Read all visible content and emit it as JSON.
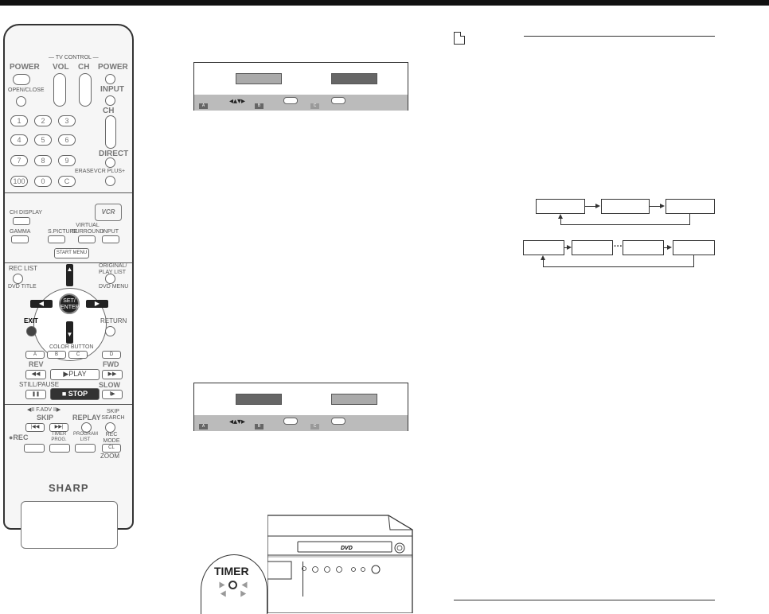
{
  "remote": {
    "tv_control": "— TV CONTROL —",
    "power": "POWER",
    "vol": "VOL",
    "ch": "CH",
    "power2": "POWER",
    "open_close": "OPEN/CLOSE",
    "input": "INPUT",
    "ch_label": "CH",
    "digits": [
      "1",
      "2",
      "3",
      "4",
      "5",
      "6",
      "7",
      "8",
      "9",
      "100",
      "0",
      "C"
    ],
    "direct": "DIRECT",
    "erase": "ERASE",
    "vcr_plus": "VCR PLUS+",
    "vcr_logo": "VCR",
    "ch_display": "CH DISPLAY",
    "gamma": "GAMMA",
    "s_picture": "S.PICTURE",
    "virtual_surround": "VIRTUAL SURROUND",
    "input2": "INPUT",
    "start_menu": "START MENU",
    "rec_list": "REC LIST",
    "original_playlist": "ORIGINAL/ PLAY LIST",
    "dvd_title": "DVD TITLE",
    "dvd_menu": "DVD MENU",
    "set_enter": "SET/ ENTER",
    "exit": "EXIT",
    "return": "RETURN",
    "color_button": "COLOR BUTTON",
    "color_keys": [
      "A",
      "B",
      "C",
      "D"
    ],
    "rev": "REV",
    "fwd": "FWD",
    "rev_btn": "◀◀",
    "play_btn": "▶PLAY",
    "fwd_btn": "▶▶",
    "still_pause": "STILL/PAUSE",
    "slow": "SLOW",
    "pause_btn": "❚❚",
    "stop_btn": "■ STOP",
    "slow_btn": "I▶",
    "fadv": "◀II F.ADV II▶",
    "skip": "SKIP",
    "replay": "REPLAY",
    "skip_search": "SKIP SEARCH",
    "rec": "●REC",
    "timer_prog": "TIMER PROG.",
    "program_list": "PROGRAM LIST",
    "rec_mode": "REC MODE",
    "zoom": "ZOOM",
    "brand": "SHARP"
  },
  "screens": [
    {
      "squares": [
        "A",
        "B",
        "C"
      ]
    },
    {
      "squares": [
        "A",
        "B",
        "C"
      ]
    }
  ],
  "device": {
    "timer_label": "TIMER",
    "dvd_logo": "DVD"
  },
  "colors": {
    "screen_bar": "#bbbbbb",
    "field_light": "#aaaaaa",
    "field_dark": "#666666",
    "ink": "#222222"
  }
}
